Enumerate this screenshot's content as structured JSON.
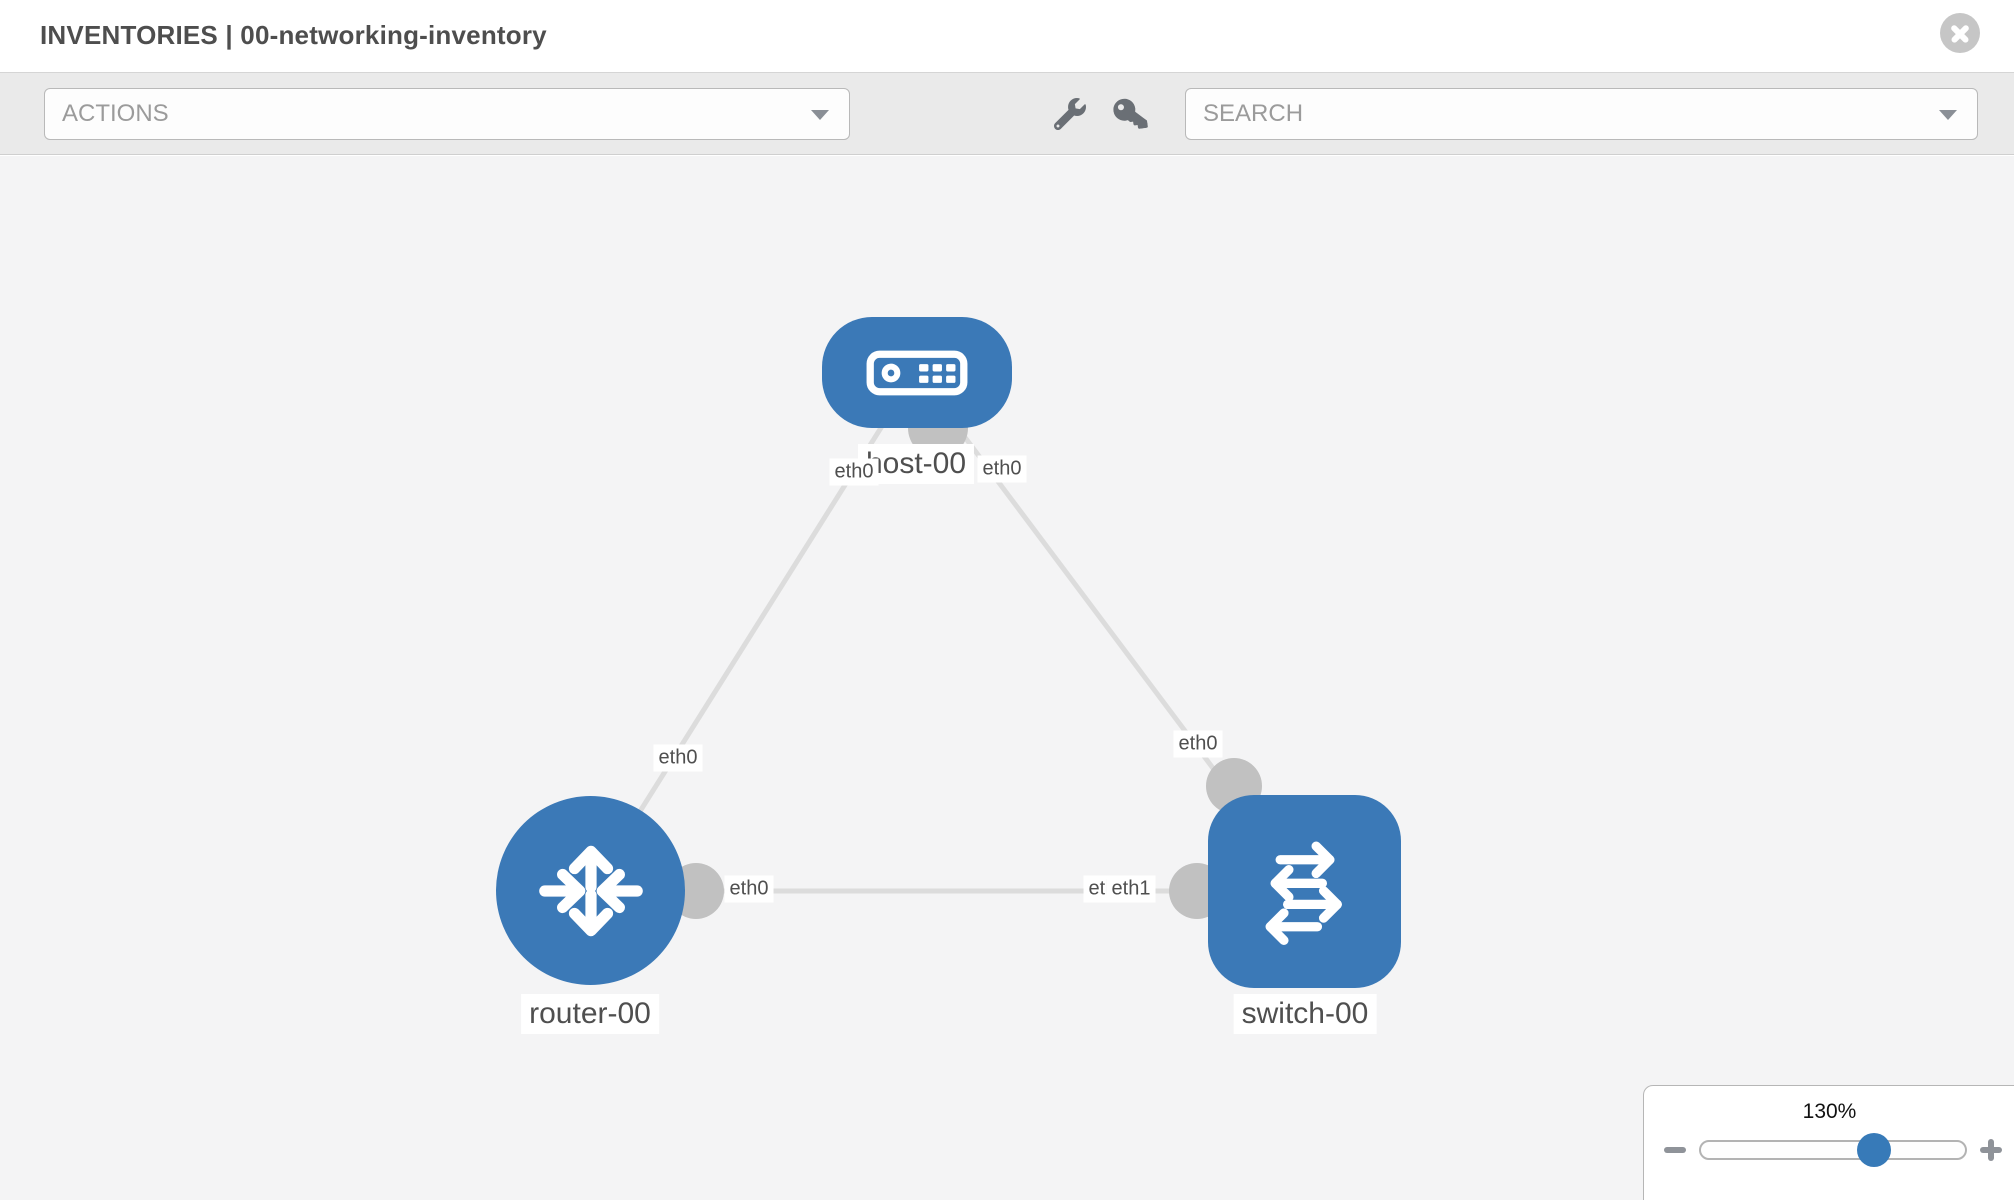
{
  "header": {
    "title": "INVENTORIES | 00-networking-inventory"
  },
  "toolbar": {
    "actions_label": "ACTIONS",
    "search_label": "SEARCH",
    "icons": [
      "wrench-icon",
      "key-icon"
    ]
  },
  "canvas": {
    "nodes": [
      {
        "id": "host-00",
        "type": "host",
        "label": "host-00"
      },
      {
        "id": "router-00",
        "type": "router",
        "label": "router-00"
      },
      {
        "id": "switch-00",
        "type": "switch",
        "label": "switch-00"
      }
    ],
    "links": [
      {
        "from": "host-00",
        "to": "router-00",
        "from_iface": "eth0",
        "to_iface": "eth0"
      },
      {
        "from": "host-00",
        "to": "switch-00",
        "from_iface": "eth0",
        "to_iface": "eth0"
      },
      {
        "from": "router-00",
        "to": "switch-00",
        "from_iface": "eth0",
        "to_iface": "eth1",
        "to_iface_overlapped": "eth0"
      }
    ]
  },
  "zoom_control": {
    "value": "130%"
  },
  "accent_colors": {
    "node_blue": "#3b79b7",
    "link_gray": "#dcdcdc",
    "iface_gray": "#c1c1c1"
  }
}
